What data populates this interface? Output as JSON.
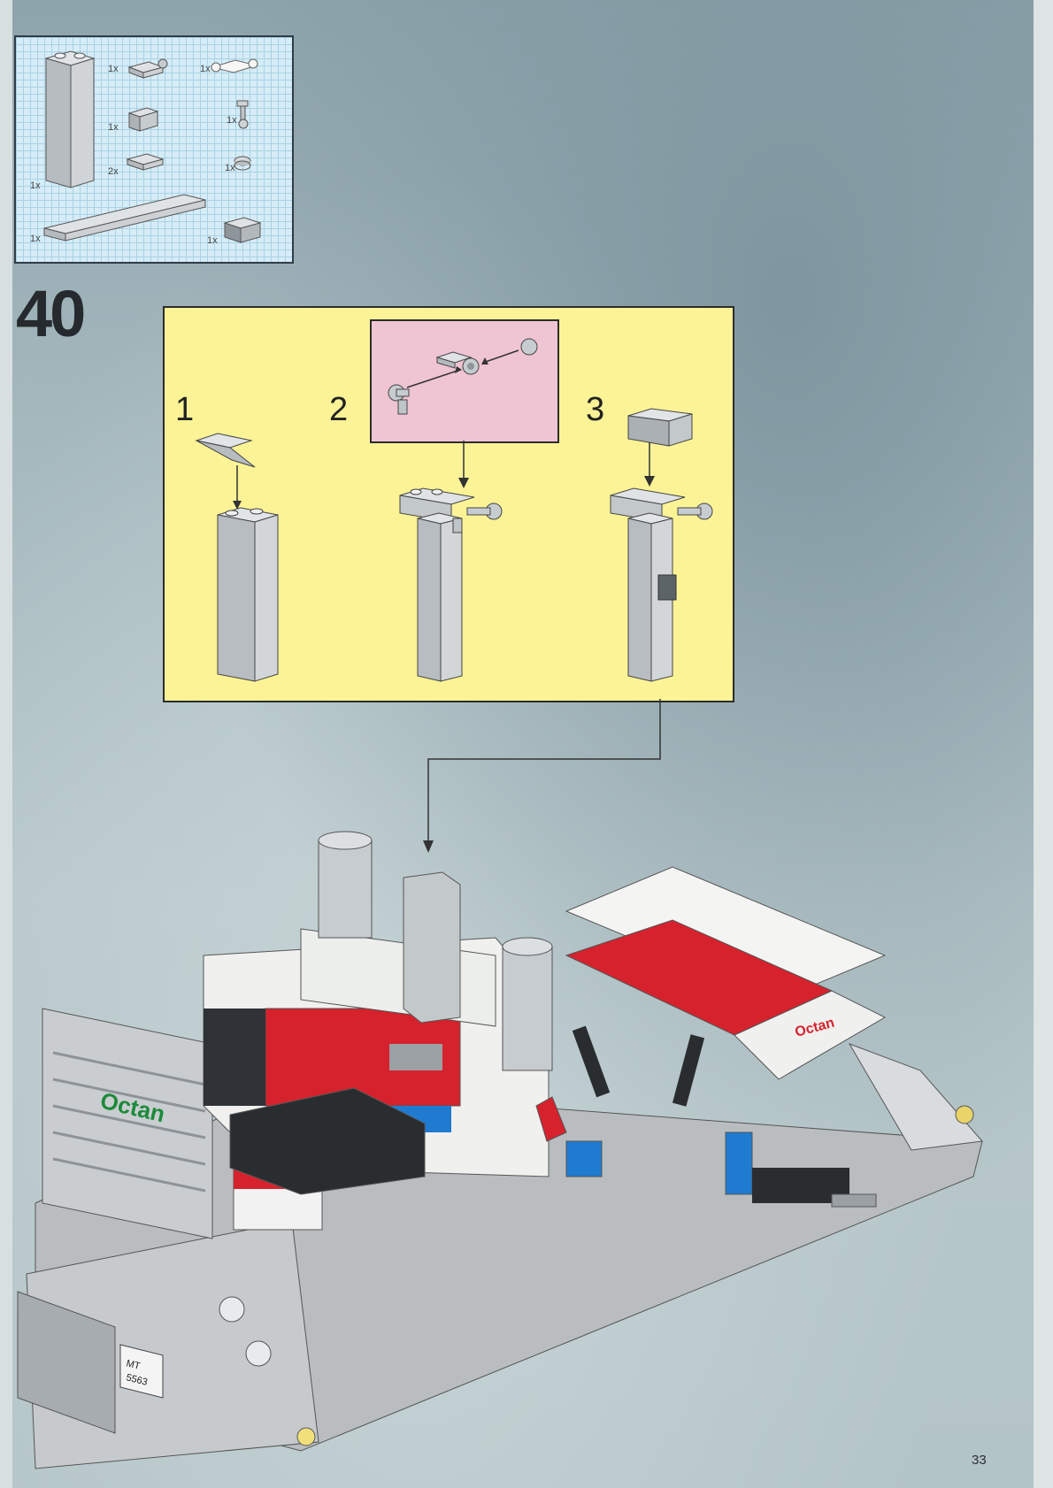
{
  "step": {
    "number": "40"
  },
  "parts": [
    {
      "qty": "1x",
      "part": "light-gray-brick-1x2x5"
    },
    {
      "qty": "1x",
      "part": "plate-with-clip"
    },
    {
      "qty": "1x",
      "part": "white-plate-with-ring-clips"
    },
    {
      "qty": "1x",
      "part": "bracket-plate"
    },
    {
      "qty": "1x",
      "part": "bar-with-clip"
    },
    {
      "qty": "2x",
      "part": "plate-1x2"
    },
    {
      "qty": "1x",
      "part": "round-plate-1x1"
    },
    {
      "qty": "1x",
      "part": "plate-1x10"
    },
    {
      "qty": "1x",
      "part": "slope-brick"
    }
  ],
  "substeps": [
    {
      "number": "1"
    },
    {
      "number": "2"
    },
    {
      "number": "3"
    }
  ],
  "decals": {
    "brand": "Octan",
    "plate_line1": "MT",
    "plate_line2": "5563"
  },
  "page": {
    "number": "33"
  },
  "colors": {
    "panel": "#fbf396",
    "callout": "#efc4d3",
    "grid": "#d6ecf6",
    "red": "#d5222d",
    "gray": "#c8cdd0"
  }
}
